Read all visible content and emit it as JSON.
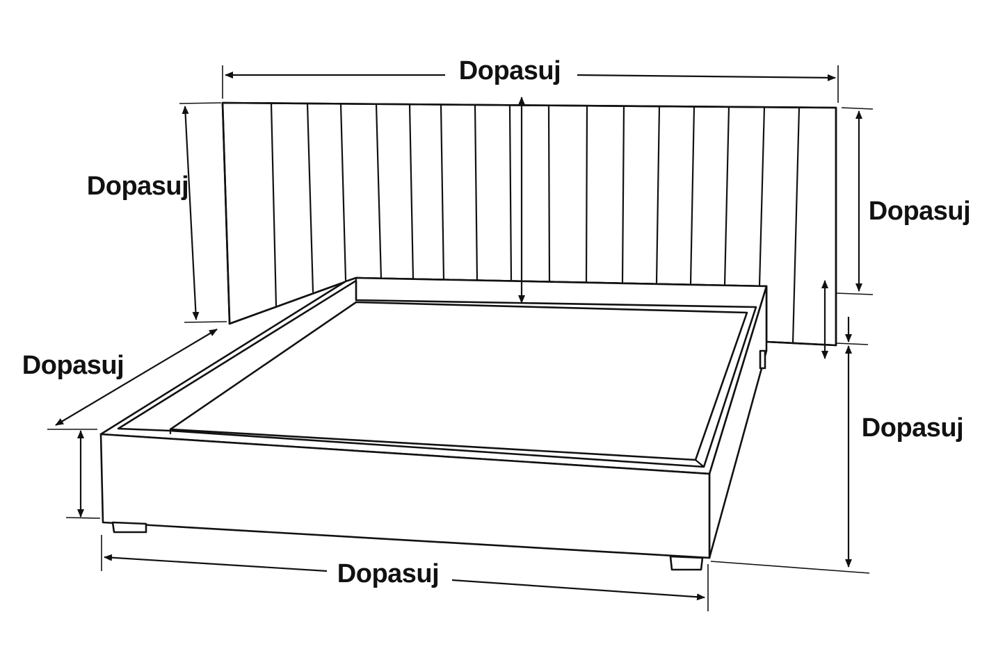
{
  "diagram": {
    "subject": "bed-with-wide-panel-headboard",
    "colors": {
      "stroke": "#111111",
      "background": "#ffffff"
    },
    "labels": {
      "top_width": "Dopasuj",
      "left_headboard_height": "Dopasuj",
      "right_headboard_height": "Dopasuj",
      "left_depth": "Dopasuj",
      "right_total_height": "Dopasuj",
      "bottom_width": "Dopasuj"
    }
  }
}
